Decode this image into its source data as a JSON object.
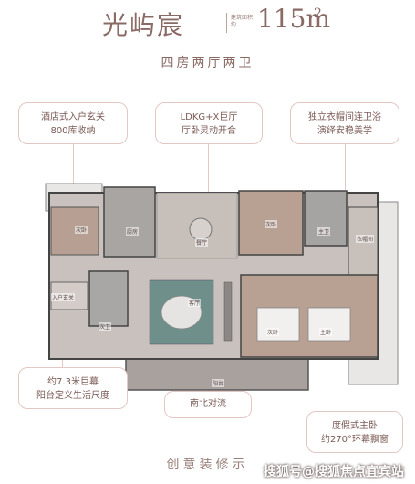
{
  "header": {
    "title": "光屿宸",
    "area_label": "建筑面积约",
    "area_value": "115m",
    "area_unit_sup": "2",
    "subtitle": "四房两厅两卫"
  },
  "callouts": [
    {
      "lines": [
        "酒店式入户玄关",
        "800库收纳"
      ]
    },
    {
      "lines": [
        "LDKG+X巨厅",
        "厅卧灵动开合"
      ]
    },
    {
      "lines": [
        "独立衣帽间连卫浴",
        "演绎安稳美学"
      ]
    },
    {
      "lines": [
        "约7.3米巨幕",
        "阳台定义生活尺度"
      ]
    },
    {
      "lines": [
        "南北对流"
      ]
    },
    {
      "lines": [
        "度假式主卧",
        "约270°环幕飘窗"
      ]
    }
  ],
  "floorplan": {
    "rooms": [
      "次卧",
      "厨房",
      "餐厅",
      "次卧",
      "主卫",
      "衣帽间",
      "入户玄关",
      "次卫",
      "客厅",
      "次卧",
      "主卧",
      "阳台"
    ]
  },
  "footer": {
    "text": "创意装修示",
    "watermark": "搜狐号@搜狐焦点宜宾站"
  },
  "colors": {
    "accent": "#8a6a64",
    "callout_border": "#e3c7c2"
  }
}
